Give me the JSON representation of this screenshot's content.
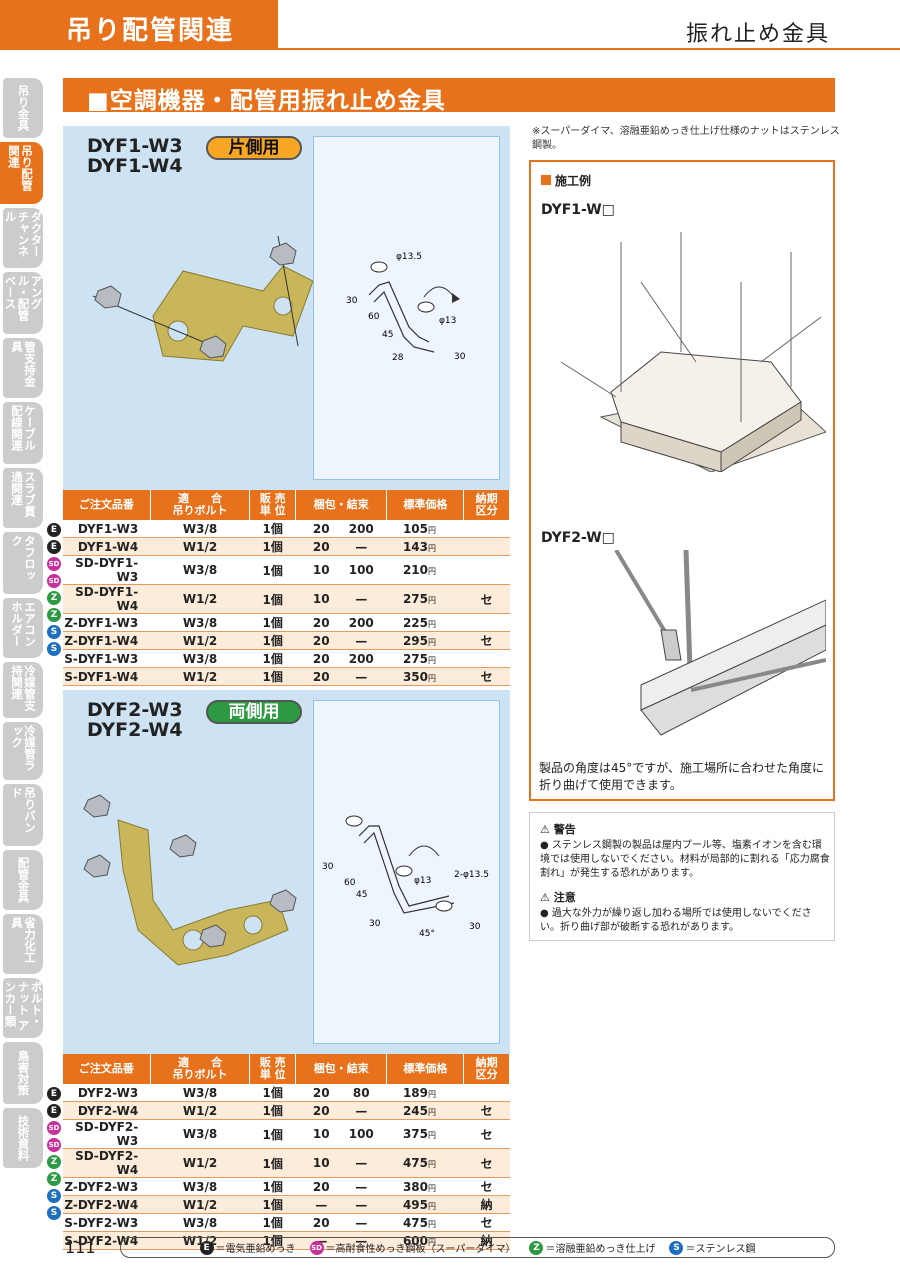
{
  "header": {
    "category": "吊り配管関連",
    "subcategory": "振れ止め金具"
  },
  "side_tabs": [
    {
      "label": "吊り金具",
      "active": false
    },
    {
      "label": "吊り配管関連",
      "active": true
    },
    {
      "label": "ダクターチャンネル",
      "active": false
    },
    {
      "label": "アングル・配管ベース",
      "active": false
    },
    {
      "label": "管支持金具",
      "active": false
    },
    {
      "label": "ケーブル配線関連",
      "active": false
    },
    {
      "label": "スラブ貫通関連",
      "active": false
    },
    {
      "label": "タフロック",
      "active": false
    },
    {
      "label": "エアコンホルダー",
      "active": false
    },
    {
      "label": "冷媒管支持関連",
      "active": false
    },
    {
      "label": "冷媒管ラック",
      "active": false
    },
    {
      "label": "吊りバンド",
      "active": false
    },
    {
      "label": "配管金具",
      "active": false
    },
    {
      "label": "省力化工具",
      "active": false
    },
    {
      "label": "ボルト・ナット アンカー類",
      "active": false
    },
    {
      "label": "鳥害対策",
      "active": false
    },
    {
      "label": "技術資料",
      "active": false
    }
  ],
  "section_title": "■空調機器・配管用振れ止め金具",
  "product1": {
    "model_line1": "DYF1-W3",
    "model_line2": "DYF1-W4",
    "type_label": "片側用",
    "dims": {
      "hole_top": "φ13.5",
      "hole_bottom": "φ13",
      "d30a": "30",
      "d60": "60",
      "d45": "45",
      "d28": "28",
      "d30b": "30"
    }
  },
  "product2": {
    "model_line1": "DYF2-W3",
    "model_line2": "DYF2-W4",
    "type_label": "両側用",
    "dims": {
      "hole_top": "2-φ13.5",
      "hole_mid": "φ13",
      "d30a": "30",
      "d60": "60",
      "d45": "45",
      "d30b": "30",
      "d30c": "30",
      "angle": "45°"
    }
  },
  "table_headers": {
    "order_no": "ご注文品番",
    "bolt": "適　　合\n吊りボルト",
    "unit": "販 売\n単 位",
    "pack": "梱包・結束",
    "price": "標準価格",
    "delivery": "納期\n区分"
  },
  "table1": [
    {
      "badge": "E",
      "name": "DYF1-W3",
      "bolt": "W3/8",
      "unit": "1個",
      "pack1": "20",
      "pack2": "200",
      "price": "105",
      "yen": "円",
      "del": ""
    },
    {
      "badge": "E",
      "name": "DYF1-W4",
      "bolt": "W1/2",
      "unit": "1個",
      "pack1": "20",
      "pack2": "—",
      "price": "143",
      "yen": "円",
      "del": ""
    },
    {
      "badge": "SD",
      "name": "SD-DYF1-W3",
      "bolt": "W3/8",
      "unit": "1個",
      "pack1": "10",
      "pack2": "100",
      "price": "210",
      "yen": "円",
      "del": ""
    },
    {
      "badge": "SD",
      "name": "SD-DYF1-W4",
      "bolt": "W1/2",
      "unit": "1個",
      "pack1": "10",
      "pack2": "—",
      "price": "275",
      "yen": "円",
      "del": "セ"
    },
    {
      "badge": "Z",
      "name": "Z-DYF1-W3",
      "bolt": "W3/8",
      "unit": "1個",
      "pack1": "20",
      "pack2": "200",
      "price": "225",
      "yen": "円",
      "del": ""
    },
    {
      "badge": "Z",
      "name": "Z-DYF1-W4",
      "bolt": "W1/2",
      "unit": "1個",
      "pack1": "20",
      "pack2": "—",
      "price": "295",
      "yen": "円",
      "del": "セ"
    },
    {
      "badge": "S",
      "name": "S-DYF1-W3",
      "bolt": "W3/8",
      "unit": "1個",
      "pack1": "20",
      "pack2": "200",
      "price": "275",
      "yen": "円",
      "del": ""
    },
    {
      "badge": "S",
      "name": "S-DYF1-W4",
      "bolt": "W1/2",
      "unit": "1個",
      "pack1": "20",
      "pack2": "—",
      "price": "350",
      "yen": "円",
      "del": "セ"
    }
  ],
  "table2": [
    {
      "badge": "E",
      "name": "DYF2-W3",
      "bolt": "W3/8",
      "unit": "1個",
      "pack1": "20",
      "pack2": "80",
      "price": "189",
      "yen": "円",
      "del": ""
    },
    {
      "badge": "E",
      "name": "DYF2-W4",
      "bolt": "W1/2",
      "unit": "1個",
      "pack1": "20",
      "pack2": "—",
      "price": "245",
      "yen": "円",
      "del": "セ"
    },
    {
      "badge": "SD",
      "name": "SD-DYF2-W3",
      "bolt": "W3/8",
      "unit": "1個",
      "pack1": "10",
      "pack2": "100",
      "price": "375",
      "yen": "円",
      "del": "セ"
    },
    {
      "badge": "SD",
      "name": "SD-DYF2-W4",
      "bolt": "W1/2",
      "unit": "1個",
      "pack1": "10",
      "pack2": "—",
      "price": "475",
      "yen": "円",
      "del": "セ"
    },
    {
      "badge": "Z",
      "name": "Z-DYF2-W3",
      "bolt": "W3/8",
      "unit": "1個",
      "pack1": "20",
      "pack2": "—",
      "price": "380",
      "yen": "円",
      "del": "セ"
    },
    {
      "badge": "Z",
      "name": "Z-DYF2-W4",
      "bolt": "W1/2",
      "unit": "1個",
      "pack1": "—",
      "pack2": "—",
      "price": "495",
      "yen": "円",
      "del": "納"
    },
    {
      "badge": "S",
      "name": "S-DYF2-W3",
      "bolt": "W3/8",
      "unit": "1個",
      "pack1": "20",
      "pack2": "—",
      "price": "475",
      "yen": "円",
      "del": "セ"
    },
    {
      "badge": "S",
      "name": "S-DYF2-W4",
      "bolt": "W1/2",
      "unit": "1個",
      "pack1": "—",
      "pack2": "—",
      "price": "600",
      "yen": "円",
      "del": "納"
    }
  ],
  "note_top": "※スーパーダイマ、溶融亜鉛めっき仕上げ仕様のナットはステンレス鋼製。",
  "example": {
    "title": "施工例",
    "label1": "DYF1-W□",
    "label2": "DYF2-W□",
    "caption": "製品の角度は45°ですが、施工場所に合わせた角度に折り曲げて使用できます。"
  },
  "warning": {
    "title": "警告",
    "text": "● ステンレス鋼製の製品は屋内プール等、塩素イオンを含む環境では使用しないでください。材料が局部的に割れる「応力腐食割れ」が発生する恐れがあります。"
  },
  "caution": {
    "title": "注意",
    "text": "● 過大な外力が繰り返し加わる場所では使用しないでください。折り曲げ部が破断する恐れがあります。"
  },
  "legend": [
    {
      "badge": "E",
      "text": "＝電気亜鉛めっき"
    },
    {
      "badge": "SD",
      "text": "＝高耐食性めっき鋼板（スーパーダイマ）"
    },
    {
      "badge": "Z",
      "text": "＝溶融亜鉛めっき仕上げ"
    },
    {
      "badge": "S",
      "text": "＝ステンレス鋼"
    }
  ],
  "page_number": "111",
  "colors": {
    "accent": "#e8711b",
    "panel": "#cde3f3",
    "row_alt": "#fdecd9",
    "green_pill": "#2d9a43",
    "orange_pill": "#f6a623"
  }
}
